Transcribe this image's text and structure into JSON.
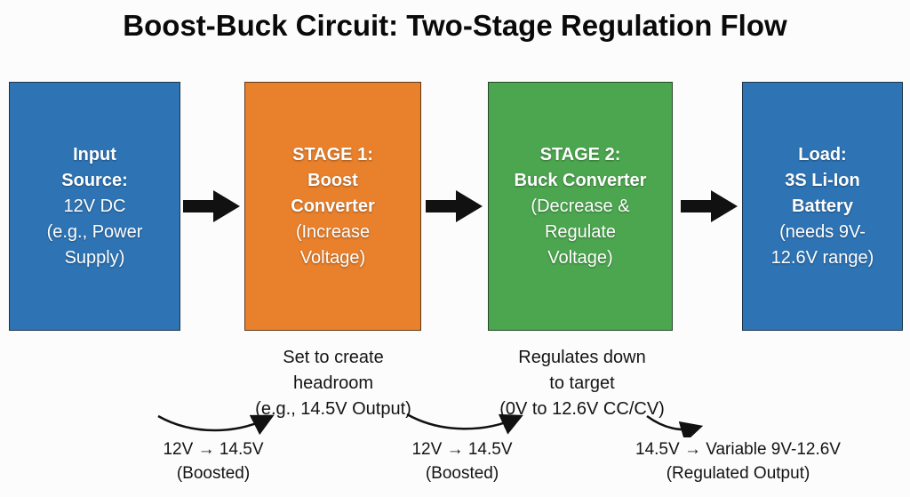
{
  "title": "Boost-Buck Circuit: Two-Stage Regulation Flow",
  "colors": {
    "input_box": "#2E74B5",
    "stage1_box": "#E8802C",
    "stage2_box": "#4CA64F",
    "load_box": "#2E74B5",
    "arrow": "#111111",
    "text": "#141414",
    "box_text": "#FFFFFF"
  },
  "boxes": [
    {
      "heading": "Input\nSource:",
      "body": "12V DC\n(e.g., Power\nSupply)",
      "color": "#2E74B5"
    },
    {
      "heading": "STAGE 1:\nBoost\nConverter",
      "body": "(Increase\nVoltage)",
      "color": "#E8802C"
    },
    {
      "heading": "STAGE 2:\nBuck Converter",
      "body": "(Decrease &\nRegulate\nVoltage)",
      "color": "#4CA64F"
    },
    {
      "heading": "Load:\n3S Li-Ion\nBattery",
      "body": "(needs 9V-\n12.6V range)",
      "color": "#2E74B5"
    }
  ],
  "notes": {
    "stage1": "Set to create\nheadroom\n(e.g., 14.5V Output)",
    "stage2": "Regulates down\nto target\n(0V to 12.6V CC/CV)"
  },
  "annotations": [
    {
      "text": "12V → 14.5V",
      "sub": "(Boosted)"
    },
    {
      "text": "12V → 14.5V",
      "sub": "(Boosted)"
    },
    {
      "text": "14.5V → Variable 9V-12.6V",
      "sub": "(Regulated Output)"
    }
  ]
}
